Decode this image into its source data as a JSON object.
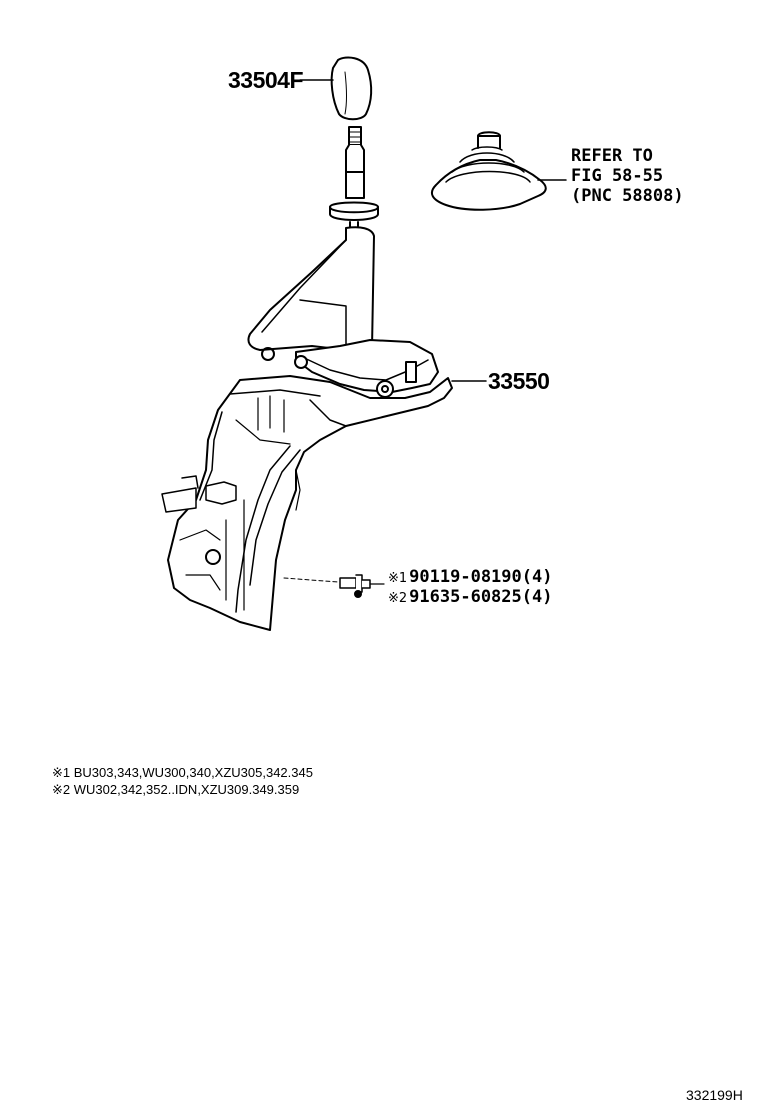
{
  "callouts": {
    "knob": "33504F",
    "shift_lever": "33550",
    "refer_line1": "REFER TO",
    "refer_line2": "FIG 58-55",
    "refer_line3": "(PNC 58808)",
    "bolt_mark_1": "※1",
    "bolt_part_1": "90119-08190(4)",
    "bolt_mark_2": "※2",
    "bolt_part_2": "91635-60825(4)"
  },
  "notes": [
    {
      "mark": "※1",
      "text": "BU303,343,WU300,340,XZU305,342.345"
    },
    {
      "mark": "※2",
      "text": "WU302,342,352..IDN,XZU309.349.359"
    }
  ],
  "figure_id": "332199H",
  "colors": {
    "ink": "#000000",
    "background": "#ffffff"
  }
}
